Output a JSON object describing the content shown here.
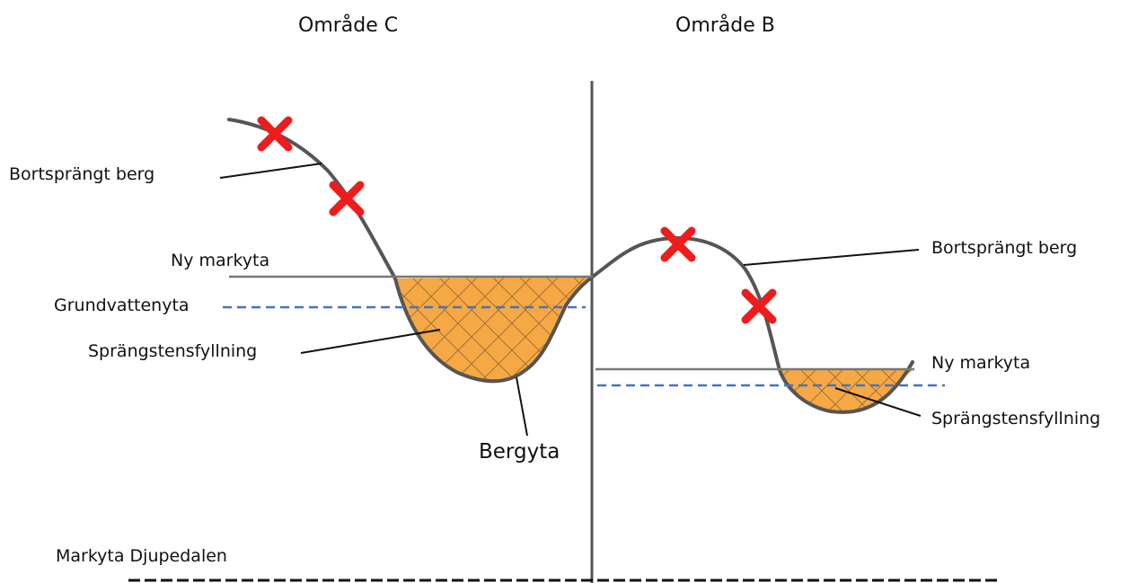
{
  "labels": {
    "area_c": "Område C",
    "area_b": "Område B",
    "blasted_rock_left": "Bortsprängt berg",
    "new_surface_left": "Ny markyta",
    "groundwater_left": "Grundvattenyta",
    "blast_fill_left": "Sprängstensfyllning",
    "rock_surface": "Bergyta",
    "blasted_rock_right": "Bortsprängt berg",
    "new_surface_right": "Ny markyta",
    "blast_fill_right": "Sprängstensfyllning",
    "ground_djupedalen": "Markyta Djupedalen"
  },
  "colors": {
    "terrain_line": "#555555",
    "fill": "#f5a843",
    "fill_hatch": "#9a6a3a",
    "groundwater": "#4472c4",
    "marker": "#ee1c1c",
    "divider": "#555555",
    "reference_line": "#111111"
  },
  "icons": {
    "removed_marker": "red-x-icon"
  }
}
